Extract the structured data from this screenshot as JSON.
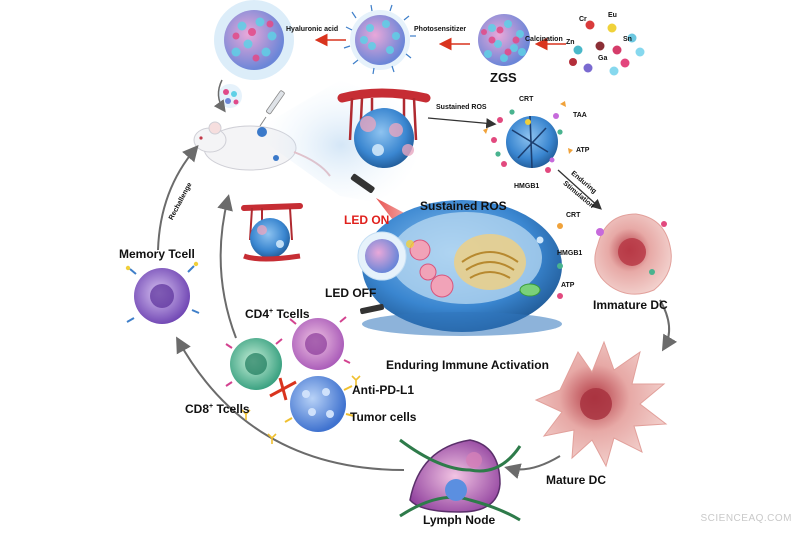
{
  "diagram": {
    "labels": {
      "zgs": "ZGS",
      "calcination": "Calcination",
      "photosensitizer": "Photosensitizer",
      "hyaluronic_acid": "Hyaluronic acid",
      "sustained_ros_arrow": "Sustained ROS",
      "crt_top": "CRT",
      "taa": "TAA",
      "atp_top": "ATP",
      "hmgb1_top": "HMGB1",
      "enduring_stimulation_1": "Enduring",
      "enduring_stimulation_2": "Stimulation",
      "led_on": "LED ON",
      "sustained_ros_main": "Sustained ROS",
      "crt_mid": "CRT",
      "hmgb1_mid": "HMGB1",
      "atp_mid": "ATP",
      "immature_dc": "Immature DC",
      "led_off": "LED OFF",
      "enduring_immune_activation": "Enduring Immune Activation",
      "memory_tcell": "Memory Tcell",
      "rechallenge": "Rechallenge",
      "cd4_tcells_pre": "CD4",
      "cd4_sup": "+",
      "cd4_tcells_post": " Tcells",
      "cd8_tcells_pre": "CD8",
      "cd8_sup": "+",
      "cd8_tcells_post": " Tcells",
      "anti_pd_l1": "Anti-PD-L1",
      "tumor_cells": "Tumor cells",
      "mature_dc": "Mature DC",
      "lymph_node": "Lymph Node"
    },
    "elements": {
      "cr": "Cr",
      "eu": "Eu",
      "zn": "Zn",
      "sn": "Sn",
      "ga": "Ga"
    },
    "watermark": "SCIENCEAQ.COM",
    "colors": {
      "arrow_gray": "#6b6b6b",
      "red_arrow": "#d9341e",
      "led_red": "#e0201c",
      "cancer_cell_blue": "#3f8fd6",
      "dc_pink": "#e3a3a0",
      "tumor_blue": "#5b8fe0",
      "memory_purple": "#8d63c9",
      "cd4_purple": "#b36ec4",
      "cd8_green": "#49b38f",
      "lymph_purple": "#8f4fb0",
      "vessel_red": "#c62d34",
      "glow_blue": "#bcd7f2"
    }
  }
}
